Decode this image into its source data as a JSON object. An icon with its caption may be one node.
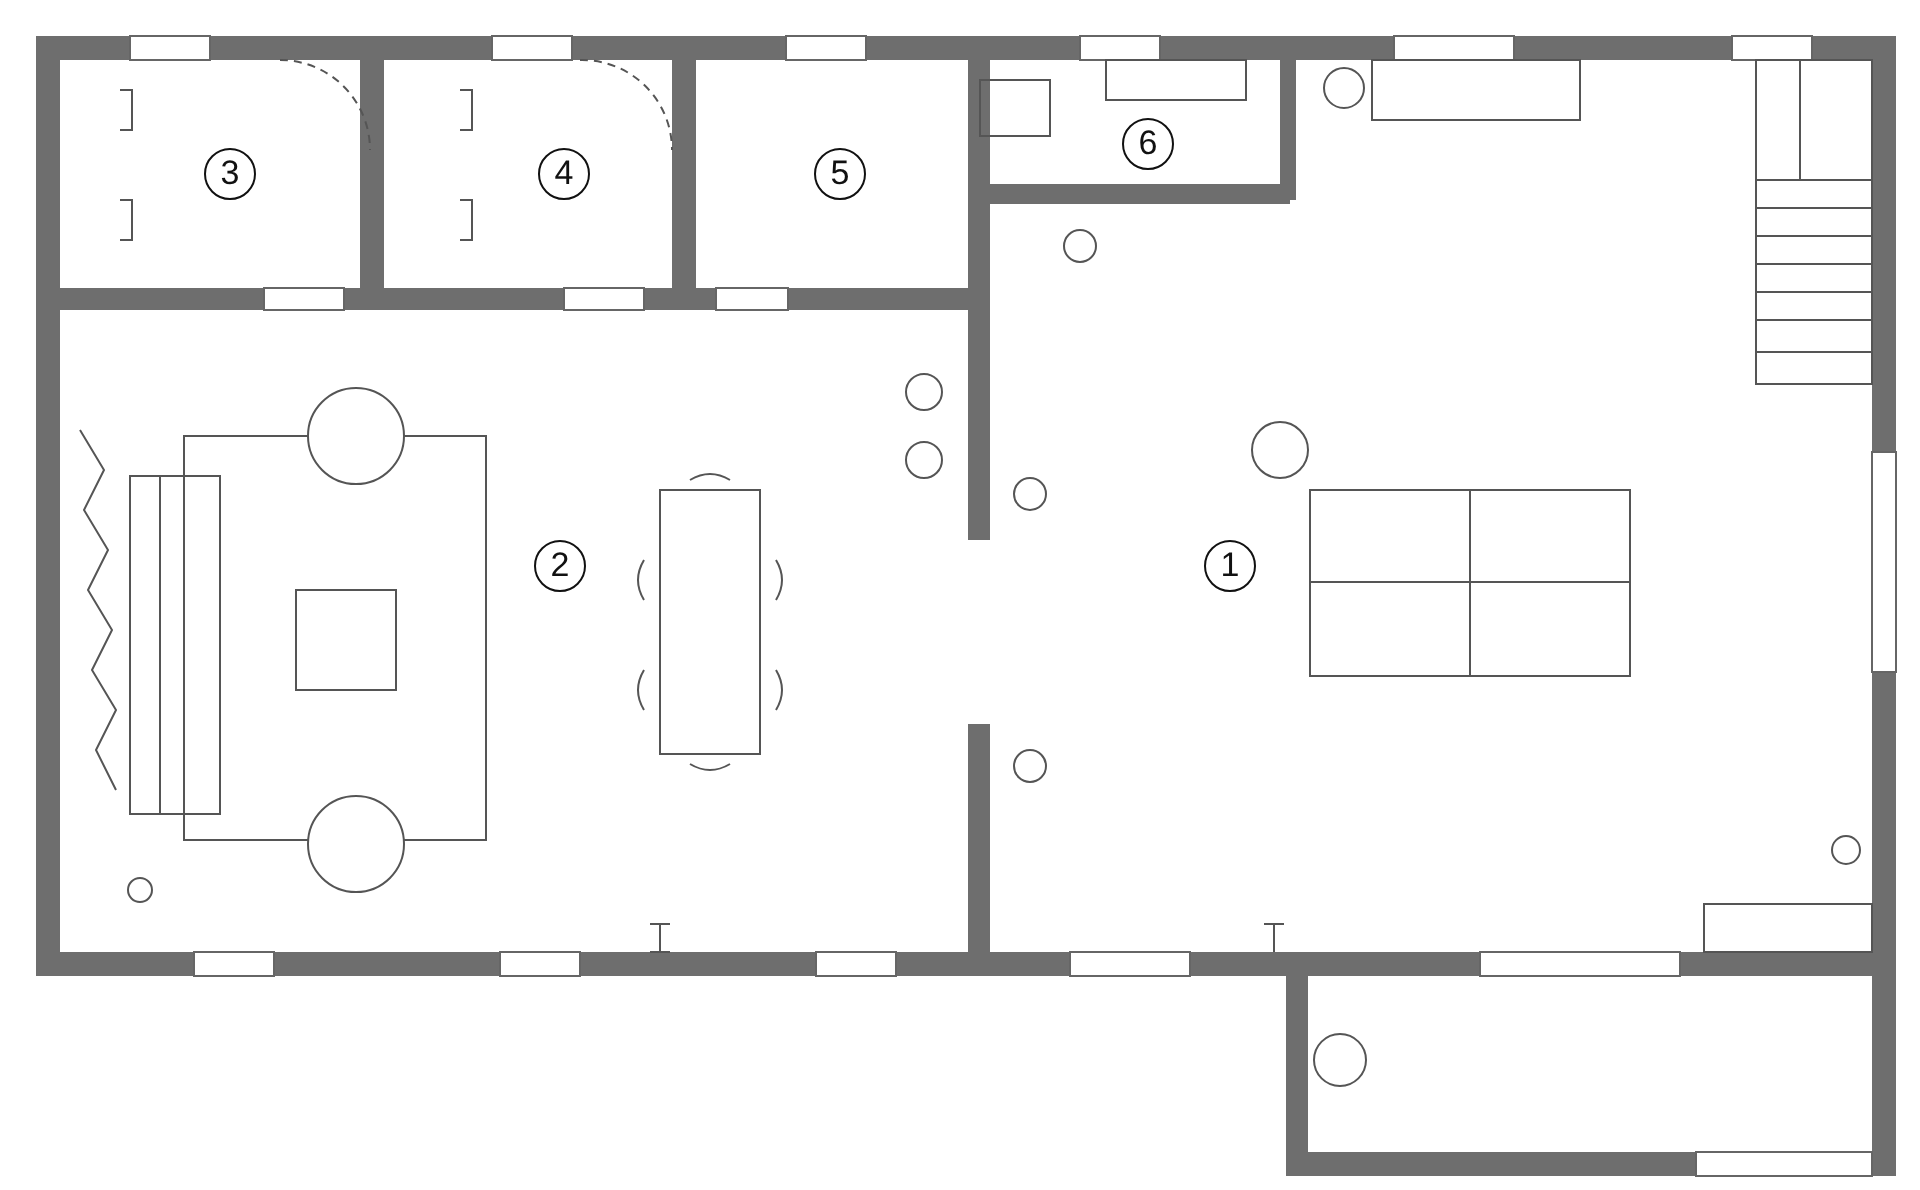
{
  "diagram": {
    "labels": [
      "3",
      "4",
      "5",
      "6",
      "2",
      "1"
    ]
  }
}
